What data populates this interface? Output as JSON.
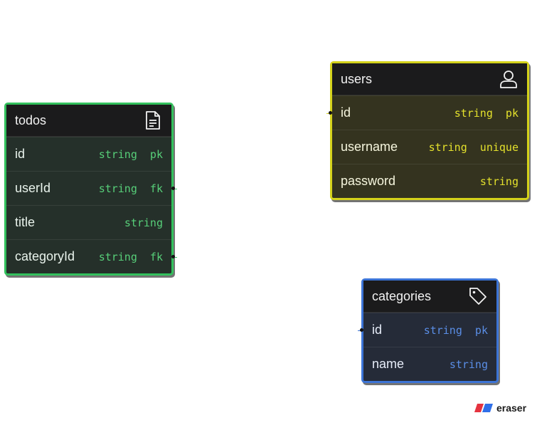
{
  "colors": {
    "todos": "#33c15d",
    "users": "#d4d21a",
    "categories": "#3c74d6",
    "brand_red": "#e5333f",
    "brand_blue": "#2f6fe8"
  },
  "entities": {
    "todos": {
      "title": "todos",
      "icon": "document-icon",
      "fields": [
        {
          "name": "id",
          "type": "string  pk"
        },
        {
          "name": "userId",
          "type": "string  fk"
        },
        {
          "name": "title",
          "type": "string"
        },
        {
          "name": "categoryId",
          "type": "string  fk"
        }
      ]
    },
    "users": {
      "title": "users",
      "icon": "user-icon",
      "fields": [
        {
          "name": "id",
          "type": "string  pk"
        },
        {
          "name": "username",
          "type": "string  unique"
        },
        {
          "name": "password",
          "type": "string"
        }
      ]
    },
    "categories": {
      "title": "categories",
      "icon": "tag-icon",
      "fields": [
        {
          "name": "id",
          "type": "string  pk"
        },
        {
          "name": "name",
          "type": "string"
        }
      ]
    }
  },
  "branding": {
    "logo_text": "eraser"
  }
}
